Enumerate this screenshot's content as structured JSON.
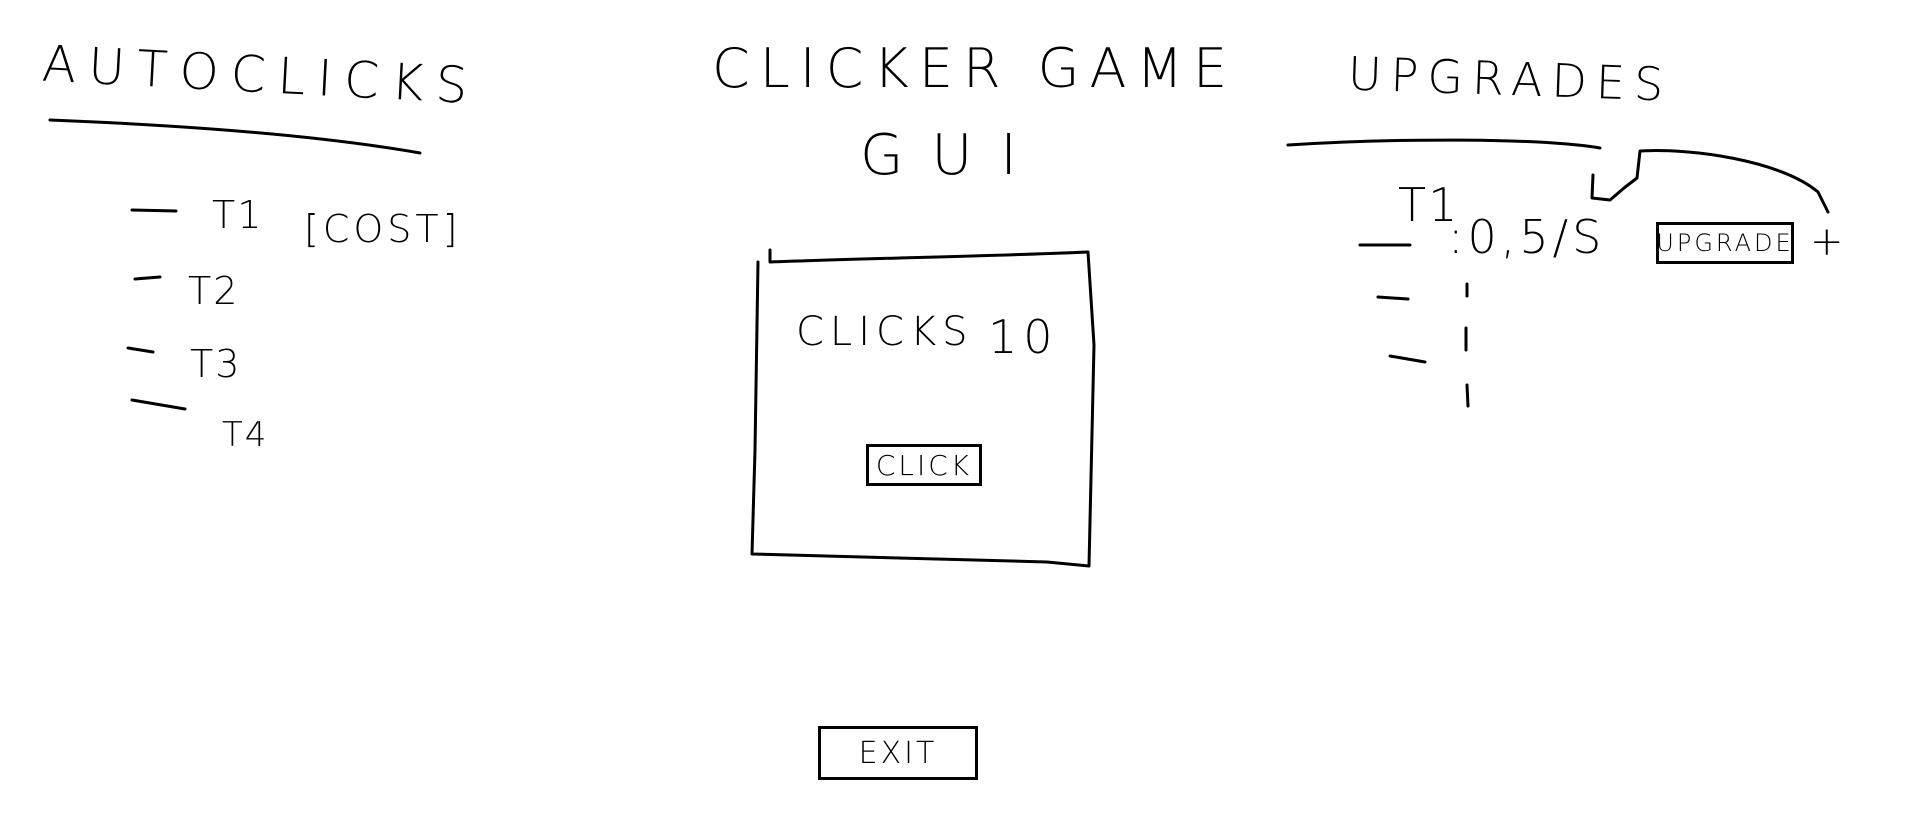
{
  "title": {
    "line1": "CLICKER GAME",
    "line2": "GUI"
  },
  "autoclicks": {
    "heading": "AUTOCLICKS",
    "tiers": [
      {
        "label": "T1",
        "cost": "[COST]"
      },
      {
        "label": "T2"
      },
      {
        "label": "T3"
      },
      {
        "label": "T4"
      }
    ]
  },
  "game_panel": {
    "clicks_label": "CLICKS",
    "clicks_value": "10",
    "click_button": "CLICK"
  },
  "upgrades": {
    "heading": "UPGRADES",
    "items": [
      {
        "label": "T1",
        "rate": ":0,5/S",
        "upgrade_button": "UPGRADE",
        "plus": "+"
      }
    ]
  },
  "exit_button": "EXIT"
}
